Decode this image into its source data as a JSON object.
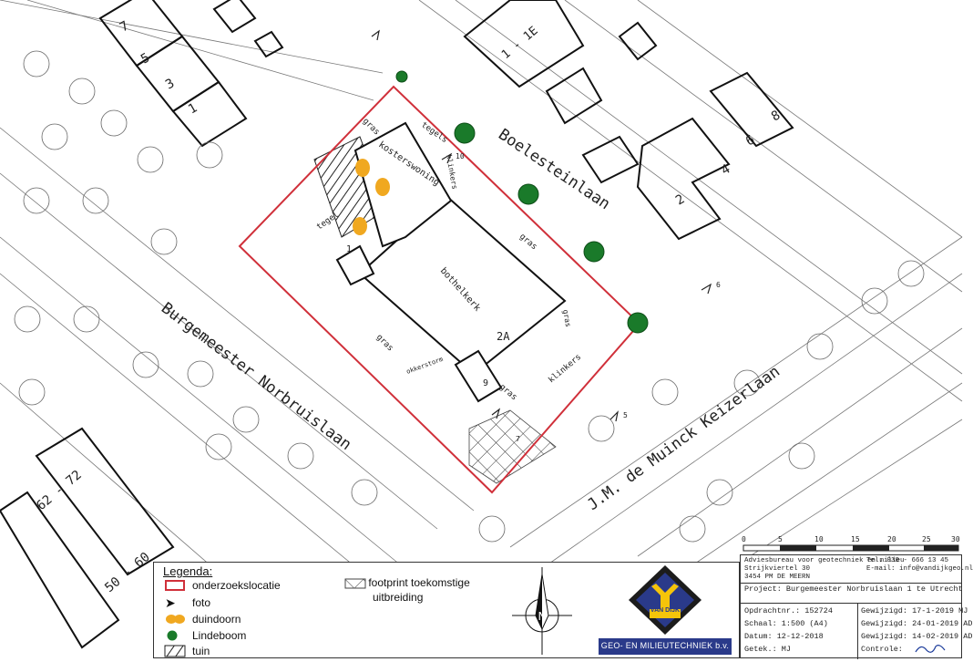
{
  "streets": {
    "boelesteinlaan": "Boelesteinlaan",
    "norbruislaan": "Burgemeester Norbruislaan",
    "keizerlaan": "J.M. de Muinck Keizerlaan"
  },
  "labels": {
    "kostershuis": "kosterswoning",
    "bothelkerk": "bothelkerk",
    "gras1": "gras",
    "gras2": "gras",
    "gras3": "gras",
    "gras4": "gras",
    "gras5": "gras",
    "gras6": "gras",
    "tegels1": "tegels",
    "tegels2": "tegel",
    "klinkers1": "klinkers",
    "klinkers2": "klinkers",
    "num_2a": "2A",
    "num_9": "9",
    "num_1": "1",
    "num_7": "7",
    "num_10": "10",
    "num_5": "5",
    "num_6": "6",
    "num_2": "2",
    "num_4": "4",
    "num_6b": "6",
    "num_8": "8",
    "num_1ie": "1 - 1E",
    "num_7a": "7",
    "num_5a": "5",
    "num_3a": "3",
    "num_1a": "1",
    "num_6272": "62 - 72",
    "num_5060": "50 - 60",
    "okkerstorm": "okkerstorm"
  },
  "legend": {
    "title": "Legenda:",
    "items": [
      {
        "label": "onderzoekslocatie",
        "symbol": "red-rectangle-icon"
      },
      {
        "label": "foto",
        "symbol": "photo-arrow-icon"
      },
      {
        "label": "duindoorn",
        "symbol": "duindoorn-icon"
      },
      {
        "label": "Lindeboom",
        "symbol": "tree-icon"
      },
      {
        "label": "tuin",
        "symbol": "hatch-icon"
      }
    ],
    "footprint_line1": "footprint toekomstige",
    "footprint_line2": "uitbreiding"
  },
  "logo": {
    "brand": "VAN DIJK",
    "company": "GEO- EN MILIEUTECHNIEK b.v."
  },
  "title_block": {
    "addr1": "Adviesbureau voor geotechniek en milieu",
    "addr2": "Strijkviertel 30",
    "addr3": "3454 PM  DE MEERN",
    "tel": "Tel.   030 - 666 13 45",
    "email": "E-mail: info@vandijkgeo.nl",
    "project": "Project: Burgemeester Norbruislaan 1 te Utrecht",
    "opdracht": "Opdrachtnr.: 152724",
    "schaal": "Schaal:     1:500   (A4)",
    "datum": "Datum:      12-12-2018",
    "getek": "Getek.:     MJ",
    "gew1": "Gewijzigd: 17-1-2019 MJ",
    "gew2": "Gewijzigd: 24-01-2019 AD",
    "gew3": "Gewijzigd: 14-02-2019 AD",
    "controle": "Controle:"
  },
  "scale": [
    "0",
    "5",
    "10",
    "15",
    "20",
    "25",
    "30"
  ],
  "colors": {
    "boundary": "#d0303a",
    "tree": "#1a7a2a",
    "duindoorn": "#f0a820",
    "logo_bg": "#2a3a8a",
    "logo_frame": "#1c1c1c"
  }
}
